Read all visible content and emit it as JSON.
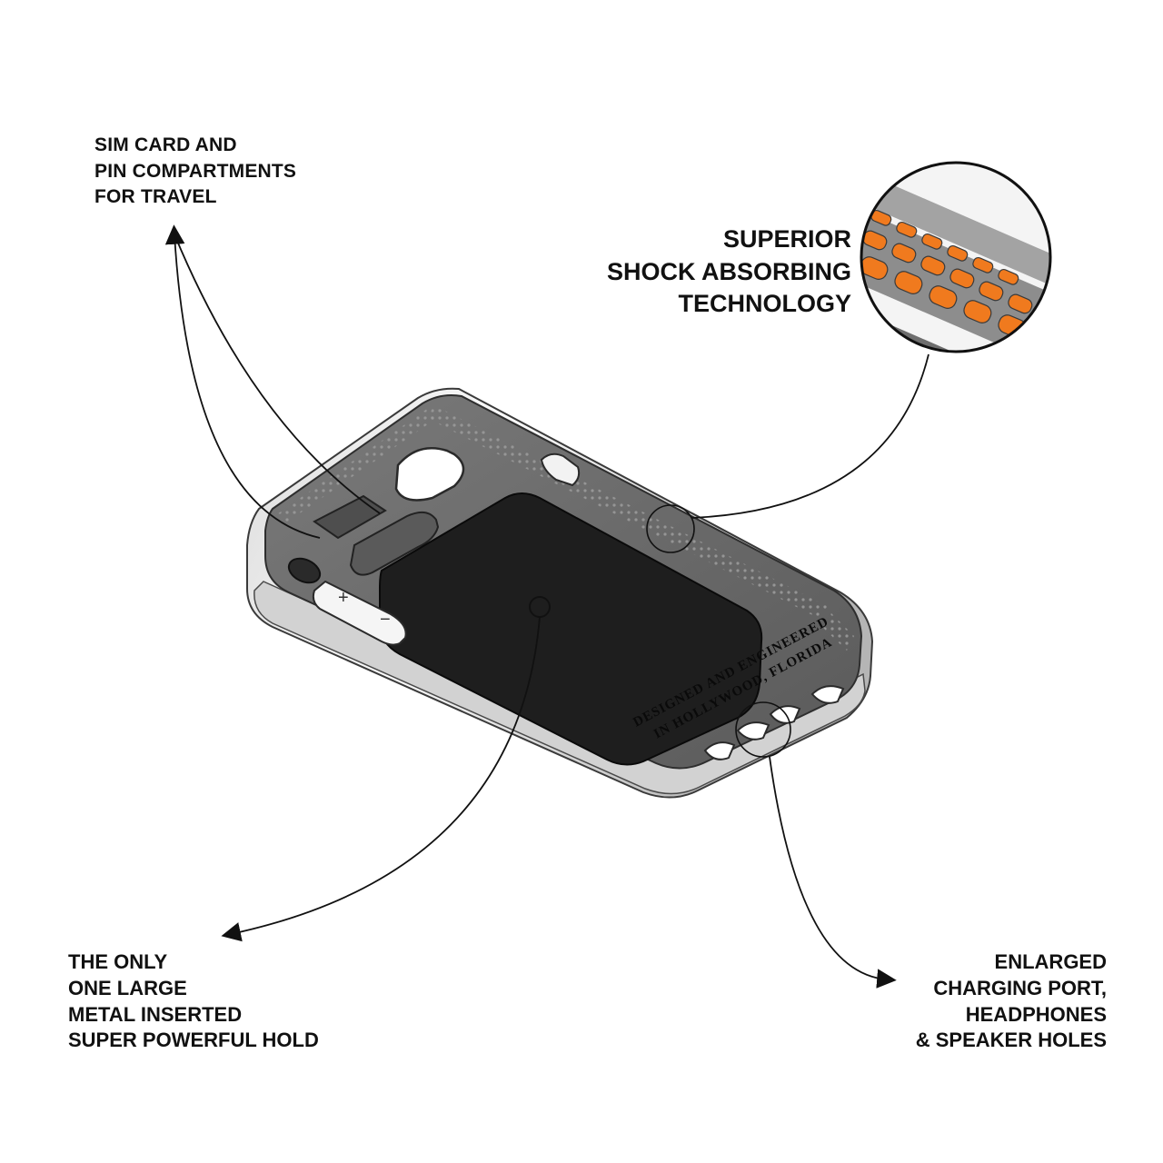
{
  "callouts": {
    "sim": {
      "lines": [
        "SIM CARD AND",
        "PIN COMPARTMENTS",
        "FOR TRAVEL"
      ]
    },
    "shock": {
      "lines": [
        "SUPERIOR",
        "SHOCK ABSORBING",
        "TECHNOLOGY"
      ]
    },
    "metal": {
      "lines": [
        "THE ONLY",
        "ONE LARGE",
        "METAL INSERTED",
        "SUPER POWERFUL HOLD"
      ]
    },
    "port": {
      "lines": [
        "ENLARGED",
        "CHARGING PORT,",
        "HEADPHONES",
        "& SPEAKER HOLES"
      ]
    }
  },
  "case": {
    "engraving_line1": "DESIGNED AND ENGINEERED",
    "engraving_line2": "IN HOLLYWOOD, FLORIDA",
    "volume_plus": "+",
    "volume_minus": "−"
  },
  "colors": {
    "case_body": "#5e5e5e",
    "case_inner": "#6b6b6b",
    "case_edge": "#e9e9e9",
    "metal_plate": "#1e1e1e",
    "shock_orange": "#f07a1e",
    "ink": "#111111"
  }
}
